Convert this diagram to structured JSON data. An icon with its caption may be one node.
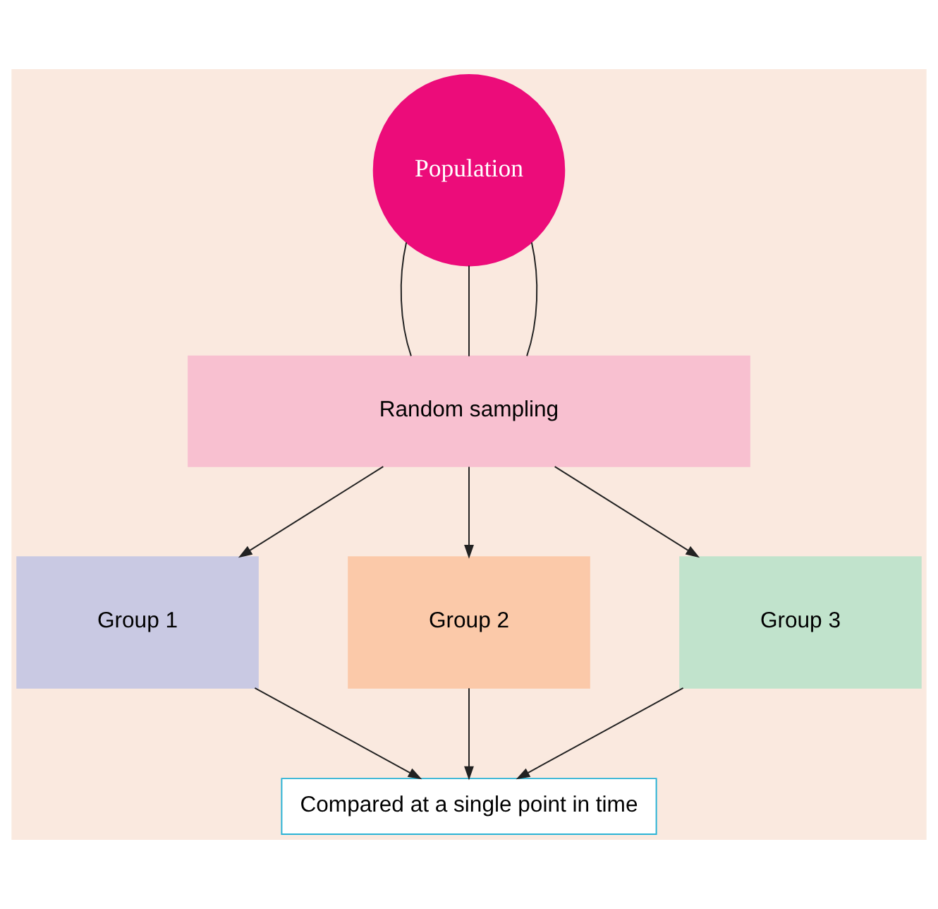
{
  "diagram": {
    "nodes": [
      {
        "text": [
          "Population"
        ]
      },
      {
        "text": [
          "Random sampling"
        ]
      },
      {
        "text": [
          "Group 1"
        ]
      },
      {
        "text": [
          "Group 2"
        ]
      },
      {
        "text": [
          "Group 3"
        ]
      },
      {
        "text": [
          "Compared at a single point in time"
        ]
      }
    ],
    "edges": [
      {
        "from": 0,
        "to": 1,
        "arrow": "none"
      },
      {
        "from": 0,
        "to": 1,
        "arrow": "none"
      },
      {
        "from": 0,
        "to": 1,
        "arrow": "none"
      },
      {
        "from": 1,
        "to": 2,
        "arrow": "to"
      },
      {
        "from": 1,
        "to": 3,
        "arrow": "to"
      },
      {
        "from": 1,
        "to": 4,
        "arrow": "to"
      },
      {
        "from": 2,
        "to": 5,
        "arrow": "to"
      },
      {
        "from": 3,
        "to": 5,
        "arrow": "to"
      },
      {
        "from": 4,
        "to": 5,
        "arrow": "to"
      }
    ]
  }
}
